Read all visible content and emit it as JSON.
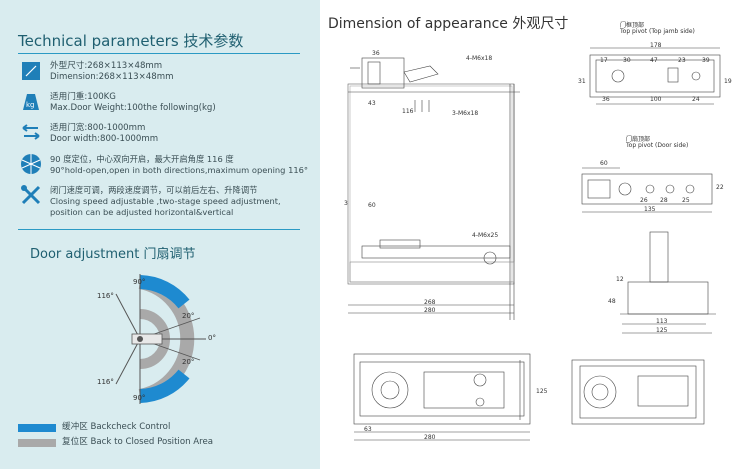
{
  "left": {
    "title": "Technical parameters 技术参数",
    "params": [
      {
        "icon": "box-icon",
        "line1": "外型尺寸:268×113×48mm",
        "line2": "Dimension:268×113×48mm"
      },
      {
        "icon": "weight-icon",
        "line1": "适用门重:100KG",
        "line2": "Max.Door Weight:100the following(kg)"
      },
      {
        "icon": "door-width-icon",
        "line1": "适用门宽:800-1000mm",
        "line2": "Door width:800-1000mm"
      },
      {
        "icon": "rotation-icon",
        "line1": "90 度定位，中心双向开启，最大开启角度 116 度",
        "line2": "90°hold-open,open in both directions,maximum opening 116°"
      },
      {
        "icon": "tools-icon",
        "line1": "闭门速度可调，两段速度调节，可以前后左右、升降调节",
        "line2": "Closing speed adjustable ,two-stage speed adjustment,",
        "line3": "position can be adjusted horizontal&vertical"
      }
    ],
    "door_adjustment_title": "Door adjustment   门扇调节",
    "angles": {
      "top": "90°",
      "left_top": "116°",
      "a20_top": "20°",
      "zero": "0°",
      "a20_bottom": "20°",
      "left_bottom": "116°",
      "bottom": "90°"
    },
    "legend": [
      {
        "label": "缓冲区 Backcheck Control",
        "color": "#1e8ad0"
      },
      {
        "label": "复位区 Back to Closed Position Area",
        "color": "#a9a9a9"
      }
    ]
  },
  "right": {
    "title": "Dimension of appearance 外观尺寸",
    "top_jamb_label_cn": "门框顶部",
    "top_jamb_label_en": "Top pivot (Top jamb side)",
    "door_side_label_cn": "门扇顶部",
    "door_side_label_en": "Top pivot (Door side)",
    "dims_main": {
      "d36": "36",
      "d4m6": "4-M6x18",
      "d43": "43",
      "d116": "116",
      "d3m6": "3-M6x18",
      "d3": "3",
      "d60": "60",
      "d4m6b": "4-M6x25",
      "d268": "268",
      "d280": "280"
    },
    "dims_jamb": {
      "d178": "178",
      "d17": "17",
      "d30": "30",
      "d47": "47",
      "d23": "23",
      "d39": "39",
      "d36": "36",
      "d100": "100",
      "d24": "24",
      "d31": "31",
      "d19": "19"
    },
    "dims_door": {
      "d60": "60",
      "d26": "26",
      "d28": "28",
      "d25": "25",
      "d135": "135",
      "d22": "22"
    },
    "dims_side": {
      "d12": "12",
      "d48": "48",
      "d113": "113",
      "d125": "125"
    },
    "dims_bottom": {
      "d63": "63",
      "d280": "280",
      "d125": "125"
    }
  }
}
